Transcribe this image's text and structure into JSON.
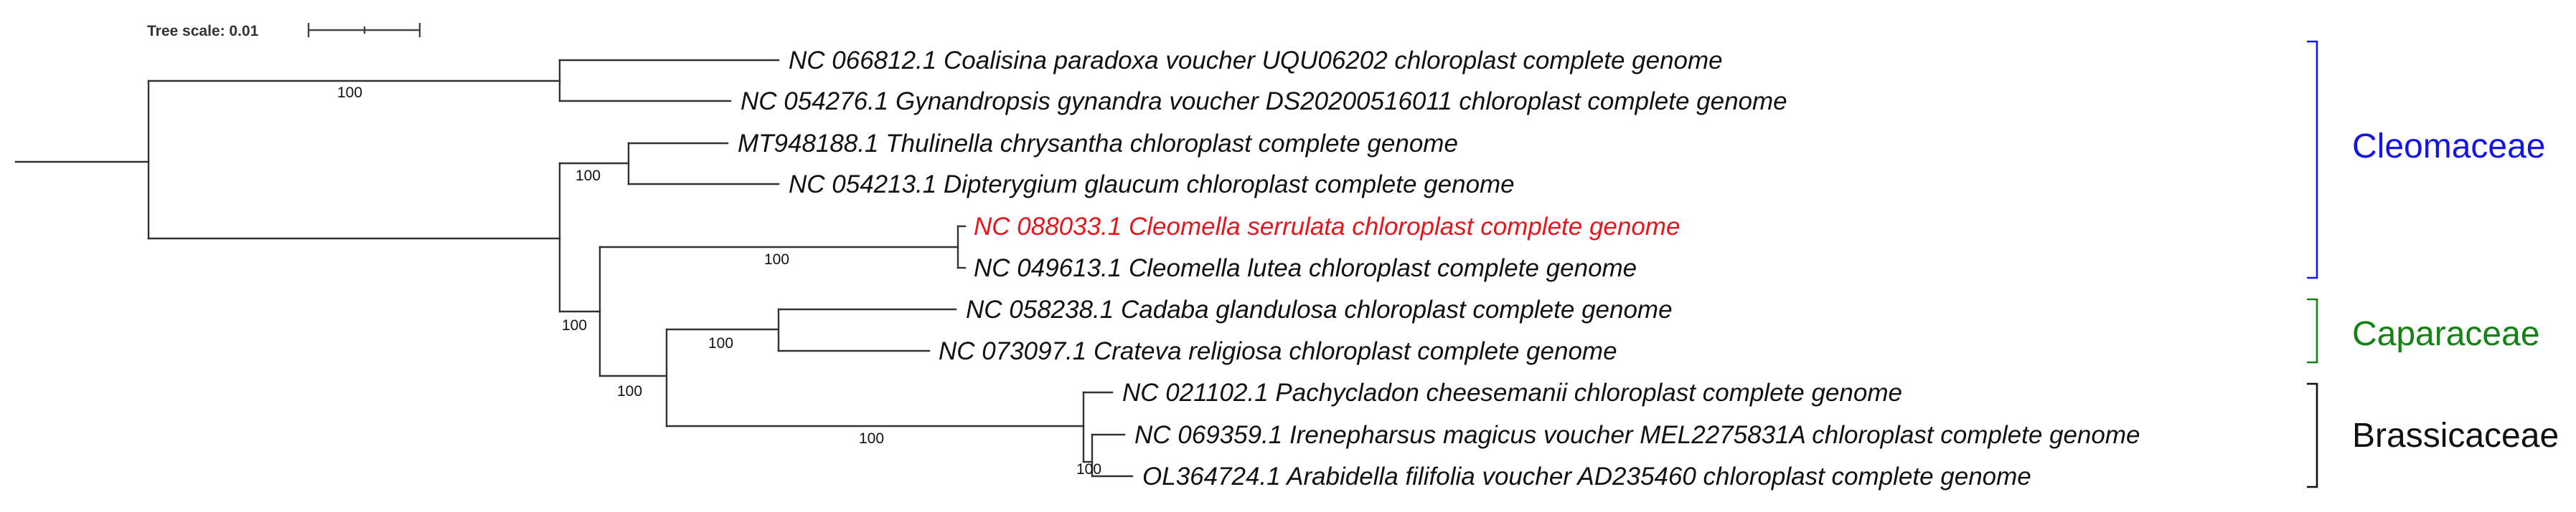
{
  "scale": {
    "label": "Tree scale: 0.01"
  },
  "leaves": [
    {
      "id": "l1",
      "label": "NC 066812.1 Coalisina paradoxa voucher UQU06202 chloroplast complete genome",
      "color": "#111111"
    },
    {
      "id": "l2",
      "label": "NC 054276.1 Gynandropsis gynandra voucher DS20200516011 chloroplast complete genome",
      "color": "#111111"
    },
    {
      "id": "l3",
      "label": "MT948188.1 Thulinella chrysantha chloroplast complete genome",
      "color": "#111111"
    },
    {
      "id": "l4",
      "label": "NC 054213.1 Dipterygium glaucum chloroplast complete genome",
      "color": "#111111"
    },
    {
      "id": "l5",
      "label": "NC 088033.1 Cleomella serrulata chloroplast complete genome",
      "color": "#e8141c"
    },
    {
      "id": "l6",
      "label": "NC 049613.1 Cleomella lutea chloroplast complete genome",
      "color": "#111111"
    },
    {
      "id": "l7",
      "label": "NC 058238.1 Cadaba glandulosa chloroplast complete genome",
      "color": "#111111"
    },
    {
      "id": "l8",
      "label": "NC 073097.1 Crateva religiosa chloroplast complete genome",
      "color": "#111111"
    },
    {
      "id": "l9",
      "label": "NC 021102.1 Pachycladon cheesemanii chloroplast complete genome",
      "color": "#111111"
    },
    {
      "id": "l10",
      "label": "NC 069359.1 Irenepharsus magicus voucher MEL2275831A chloroplast complete genome",
      "color": "#111111"
    },
    {
      "id": "l11",
      "label": "OL364724.1 Arabidella filifolia voucher AD235460 chloroplast complete genome",
      "color": "#111111"
    }
  ],
  "supports": [
    {
      "id": "s1",
      "value": "100"
    },
    {
      "id": "s2",
      "value": "100"
    },
    {
      "id": "s3",
      "value": "100"
    },
    {
      "id": "s4",
      "value": "100"
    },
    {
      "id": "s5",
      "value": "100"
    },
    {
      "id": "s6",
      "value": "100"
    },
    {
      "id": "s7",
      "value": "100"
    },
    {
      "id": "s8",
      "value": "100"
    }
  ],
  "clades": [
    {
      "id": "c1",
      "label": "Cleomaceae",
      "color": "#1414e6"
    },
    {
      "id": "c2",
      "label": "Caparaceae",
      "color": "#128212"
    },
    {
      "id": "c3",
      "label": "Brassicaceae",
      "color": "#111111"
    }
  ]
}
